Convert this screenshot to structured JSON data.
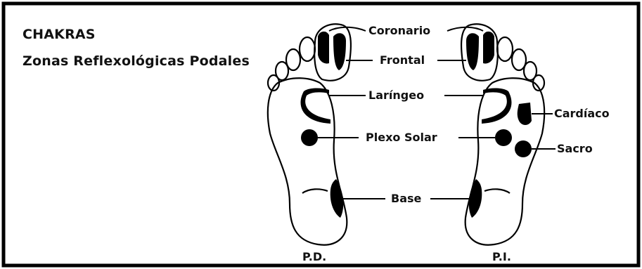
{
  "title": "CHAKRAS",
  "subtitle": "Zonas Reflexológicas Podales",
  "labels": {
    "coronario": "Coronario",
    "frontal": "Frontal",
    "laringeo": "Laríngeo",
    "cardiaco": "Cardíaco",
    "plexo_solar": "Plexo Solar",
    "sacro": "Sacro",
    "base": "Base"
  },
  "feet": {
    "right": "P.D.",
    "left": "P.I."
  }
}
